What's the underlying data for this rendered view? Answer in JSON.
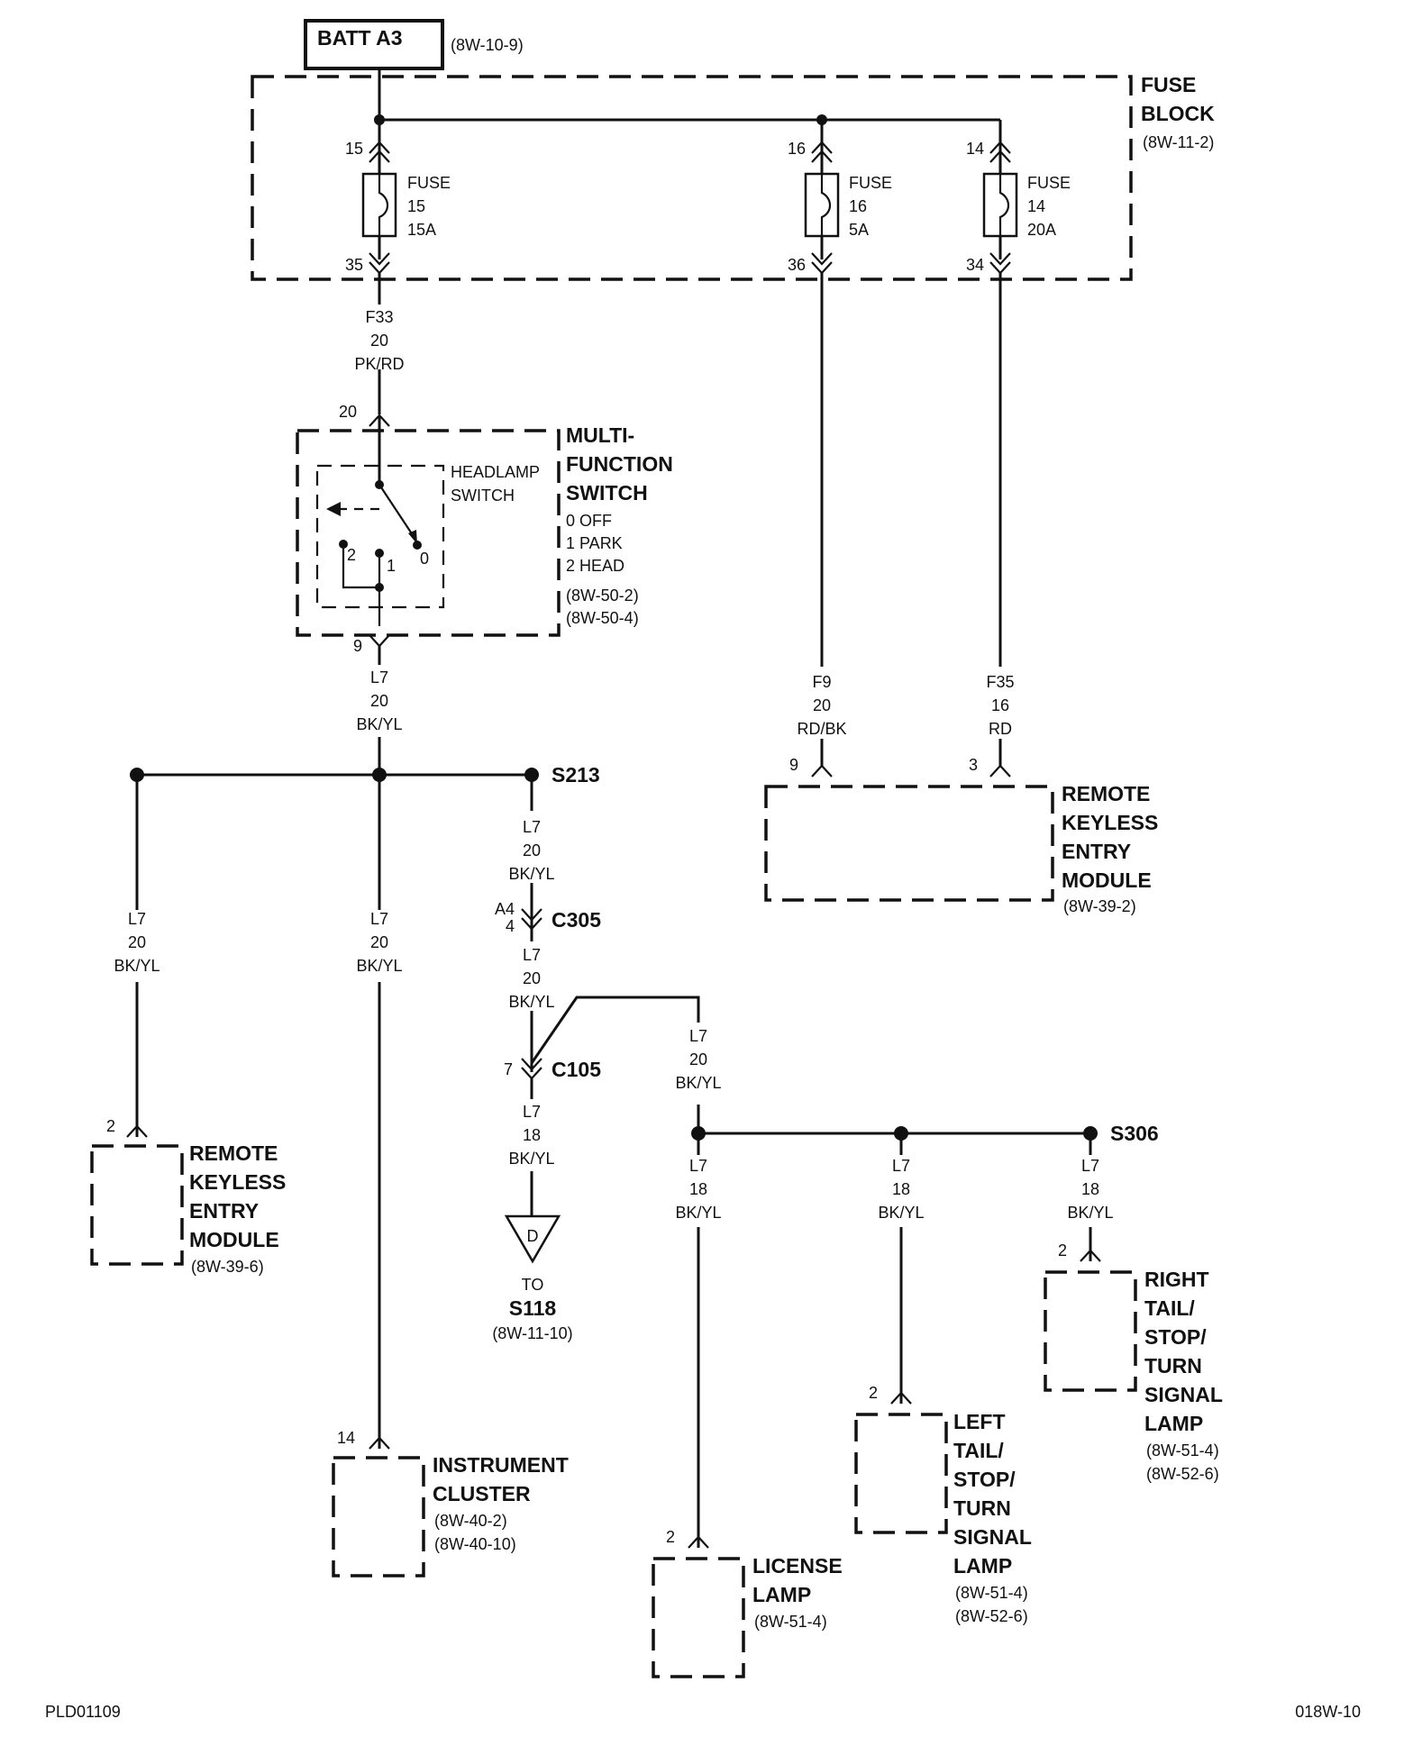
{
  "battery": {
    "label": "BATT A3",
    "ref": "(8W-10-9)"
  },
  "fuse_block": {
    "title1": "FUSE",
    "title2": "BLOCK",
    "ref": "(8W-11-2)",
    "fuses": [
      {
        "name": "FUSE",
        "number": "15",
        "rating": "15A",
        "pin_in": "15",
        "pin_out": "35"
      },
      {
        "name": "FUSE",
        "number": "16",
        "rating": "5A",
        "pin_in": "16",
        "pin_out": "36"
      },
      {
        "name": "FUSE",
        "number": "14",
        "rating": "20A",
        "pin_in": "14",
        "pin_out": "34"
      }
    ]
  },
  "wires": {
    "f33": {
      "id": "F33",
      "gauge": "20",
      "color": "PK/RD"
    },
    "f9": {
      "id": "F9",
      "gauge": "20",
      "color": "RD/BK"
    },
    "f35": {
      "id": "F35",
      "gauge": "16",
      "color": "RD"
    },
    "l7_mfs": {
      "id": "L7",
      "gauge": "20",
      "color": "BK/YL"
    },
    "l7_left": {
      "id": "L7",
      "gauge": "20",
      "color": "BK/YL"
    },
    "l7_mid": {
      "id": "L7",
      "gauge": "20",
      "color": "BK/YL"
    },
    "l7_s213": {
      "id": "L7",
      "gauge": "20",
      "color": "BK/YL"
    },
    "l7_c305": {
      "id": "L7",
      "gauge": "20",
      "color": "BK/YL"
    },
    "l7_branch": {
      "id": "L7",
      "gauge": "20",
      "color": "BK/YL"
    },
    "l7_c105": {
      "id": "L7",
      "gauge": "18",
      "color": "BK/YL"
    },
    "l7_lic": {
      "id": "L7",
      "gauge": "18",
      "color": "BK/YL"
    },
    "l7_ltail": {
      "id": "L7",
      "gauge": "18",
      "color": "BK/YL"
    },
    "l7_rtail": {
      "id": "L7",
      "gauge": "18",
      "color": "BK/YL"
    }
  },
  "mfs": {
    "title1": "MULTI-",
    "title2": "FUNCTION",
    "title3": "SWITCH",
    "sub1": "HEADLAMP",
    "sub2": "SWITCH",
    "pos0": "0 OFF",
    "pos1": "1 PARK",
    "pos2": "2 HEAD",
    "ref1": "(8W-50-2)",
    "ref2": "(8W-50-4)",
    "pin_in": "20",
    "pin_out": "9",
    "contact0": "0",
    "contact1": "1",
    "contact2": "2"
  },
  "splices": {
    "s213": "S213",
    "s306": "S306"
  },
  "connectors": {
    "c305": {
      "name": "C305",
      "pin_a": "A4",
      "pin_b": "4"
    },
    "c105": {
      "name": "C105",
      "pin": "7"
    }
  },
  "rke_right": {
    "l1": "REMOTE",
    "l2": "KEYLESS",
    "l3": "ENTRY",
    "l4": "MODULE",
    "ref": "(8W-39-2)",
    "pin_a": "9",
    "pin_b": "3"
  },
  "rke_left": {
    "l1": "REMOTE",
    "l2": "KEYLESS",
    "l3": "ENTRY",
    "l4": "MODULE",
    "ref": "(8W-39-6)",
    "pin": "2"
  },
  "cluster": {
    "l1": "INSTRUMENT",
    "l2": "CLUSTER",
    "ref1": "(8W-40-2)",
    "ref2": "(8W-40-10)",
    "pin": "14"
  },
  "offpage": {
    "symbol": "D",
    "to": "TO",
    "dest": "S118",
    "ref": "(8W-11-10)"
  },
  "license": {
    "l1": "LICENSE",
    "l2": "LAMP",
    "ref": "(8W-51-4)",
    "pin": "2"
  },
  "left_tail": {
    "l1": "LEFT",
    "l2": "TAIL/",
    "l3": "STOP/",
    "l4": "TURN",
    "l5": "SIGNAL",
    "l6": "LAMP",
    "ref1": "(8W-51-4)",
    "ref2": "(8W-52-6)",
    "pin": "2"
  },
  "right_tail": {
    "l1": "RIGHT",
    "l2": "TAIL/",
    "l3": "STOP/",
    "l4": "TURN",
    "l5": "SIGNAL",
    "l6": "LAMP",
    "ref1": "(8W-51-4)",
    "ref2": "(8W-52-6)",
    "pin": "2"
  },
  "footer": {
    "left": "PLD01109",
    "right": "018W-10"
  }
}
